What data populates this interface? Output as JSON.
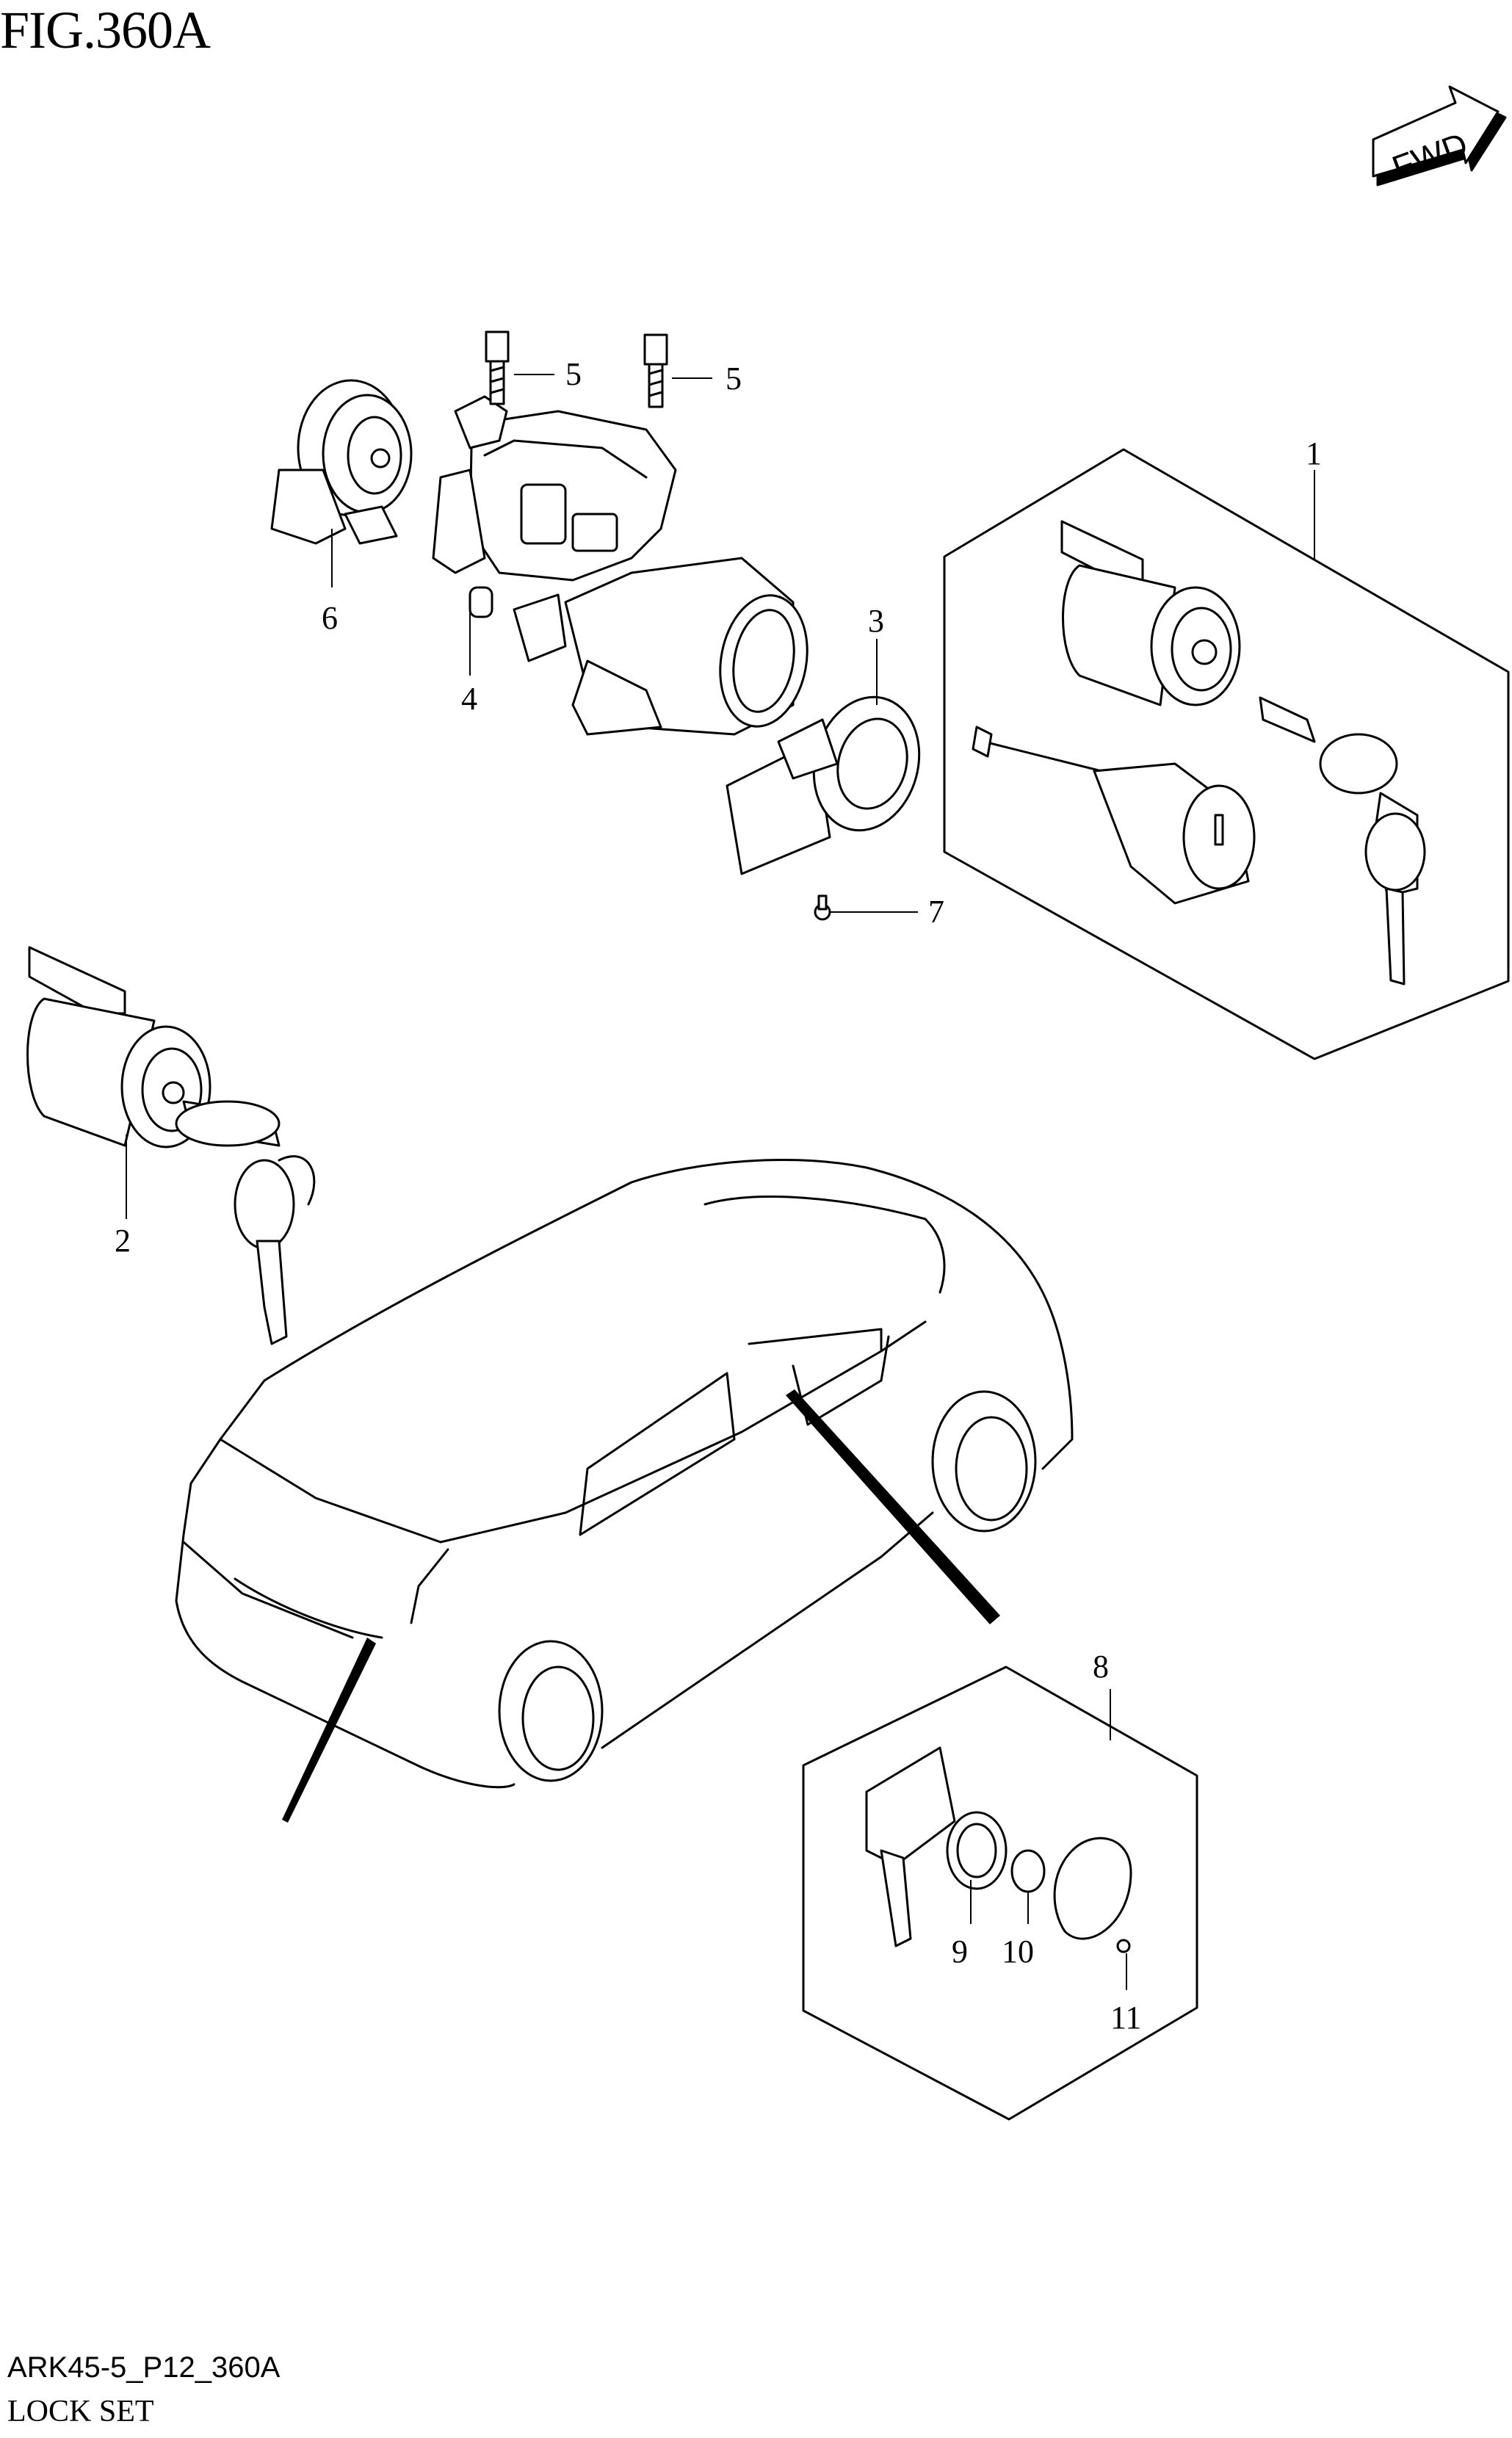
{
  "figure": {
    "title": "FIG.360A",
    "drawing_code": "ARK45-5_P12_360A",
    "subtitle": "LOCK SET",
    "direction_label": "FWD"
  },
  "callouts": [
    {
      "id": "1",
      "label": "1"
    },
    {
      "id": "2",
      "label": "2"
    },
    {
      "id": "3",
      "label": "3"
    },
    {
      "id": "4",
      "label": "4"
    },
    {
      "id": "5a",
      "label": "5"
    },
    {
      "id": "5b",
      "label": "5"
    },
    {
      "id": "6",
      "label": "6"
    },
    {
      "id": "7",
      "label": "7"
    },
    {
      "id": "8",
      "label": "8"
    },
    {
      "id": "9",
      "label": "9"
    },
    {
      "id": "10",
      "label": "10"
    },
    {
      "id": "11",
      "label": "11"
    }
  ]
}
